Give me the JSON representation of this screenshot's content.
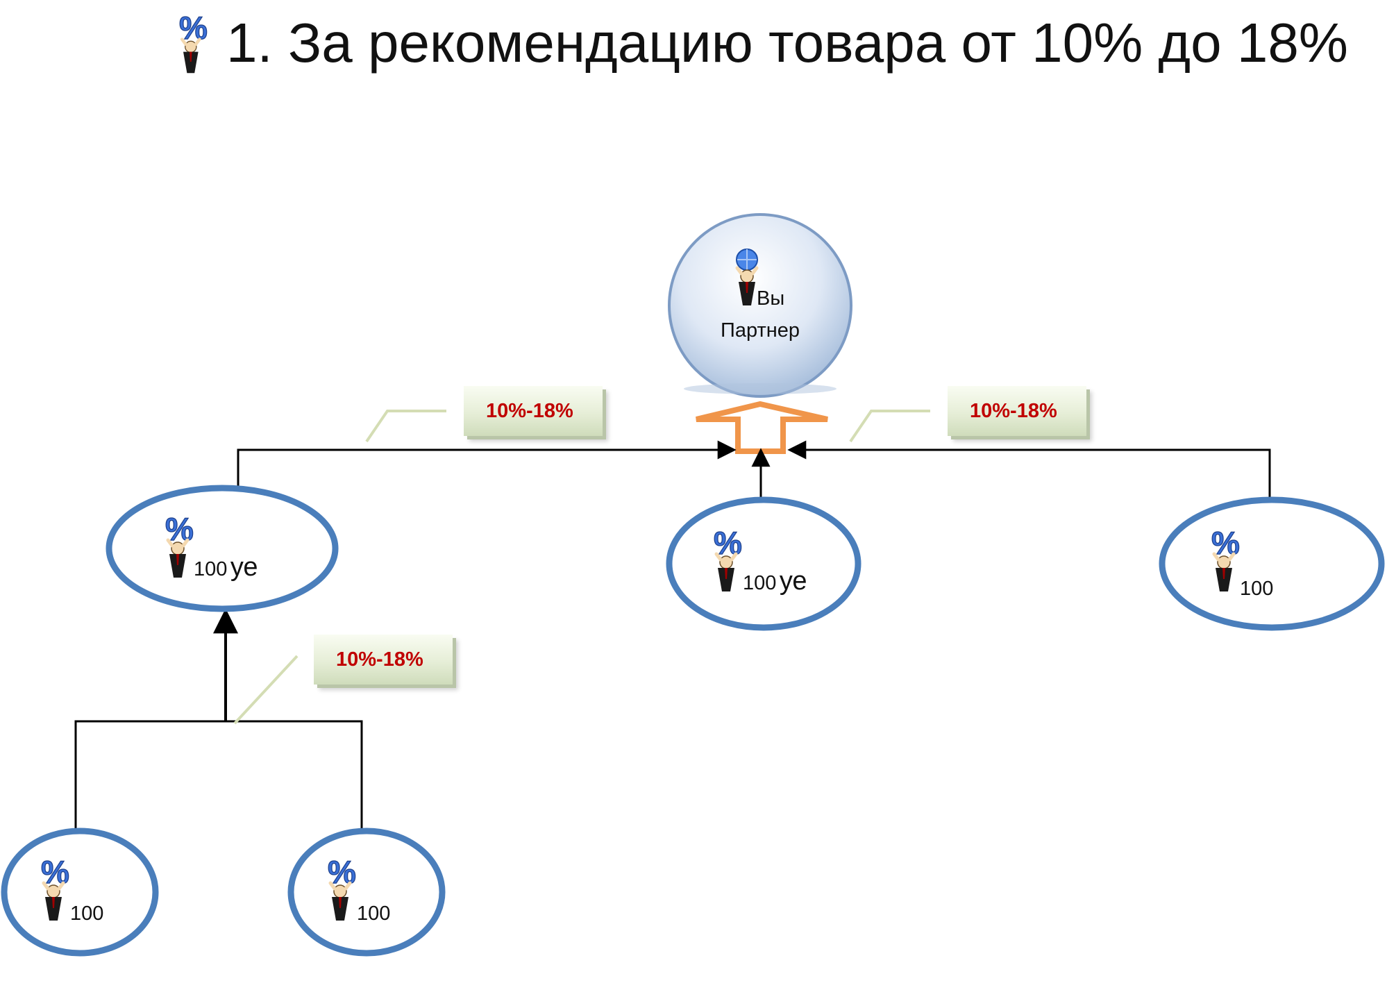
{
  "title": "1. За рекомендацию товара от 10% до 18%",
  "top_node": {
    "line1": "Вы",
    "line2": "Партнер"
  },
  "rate_label": "10%-18%",
  "level1": [
    {
      "value": "100",
      "unit": "уе"
    },
    {
      "value": "100",
      "unit": "уе"
    },
    {
      "value": "100",
      "unit": ""
    }
  ],
  "level2": [
    {
      "value": "100"
    },
    {
      "value": "100"
    }
  ],
  "colors": {
    "ellipse_stroke": "#4a7ebb",
    "arrow_orange": "#f0954a",
    "rate_text": "#c00000",
    "sphere_fill": "#c6d8ef",
    "percent_icon": "#3a6fd6"
  },
  "icons": [
    "percent-person-icon",
    "globe-person-icon",
    "up-arrow-icon"
  ]
}
